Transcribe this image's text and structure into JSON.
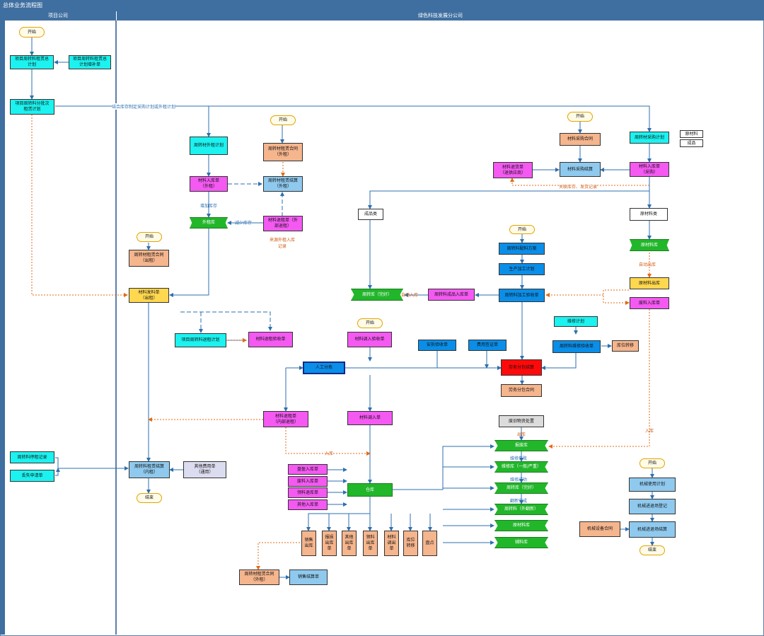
{
  "title": "总体业务流程图",
  "lanes": {
    "left": "项目公司",
    "right": "绿色科技发展分公司"
  },
  "nodes": {
    "start1": "开始",
    "proj_plan": "项目周转料租赁总\n计划",
    "proj_plan_edit": "项目周转料租赁总\n计划增补单",
    "batch_plan": "项目周转料分批次\n租赁计划",
    "outrent_plan": "周转材外租计划",
    "start2": "开始",
    "rent_contract_out": "周转材租赁合同\n（外租）",
    "mat_in_out": "材料入库单\n（外租）",
    "rent_settle_out": "周转材租赁结算\n（外租）",
    "mat_return_out": "材料退租单（外\n部退租）",
    "outrent_store": "外租库",
    "semi": "成品类",
    "start3": "开始",
    "purchase_contract": "材料采购合同",
    "purchase_plan": "周转材采购计划",
    "raw": "原材料",
    "finished": "成品",
    "mat_return_supplier": "材料退货单\n（退供应商）",
    "purchase_settle": "材料采购结算",
    "mat_in_purchase": "材料入库单\n（采购）",
    "rawcat": "原材料类",
    "rawstore": "原材料库",
    "start4": "开始",
    "rent_contract_lend": "周转材租赁合同\n（出租）",
    "mat_issue_lend": "材料发料单\n（出租）",
    "store_good": "周转库（完好）",
    "finished_in": "周转料成品入库单",
    "start5": "开始",
    "mix_plan": "周转料配料方案",
    "prod_plan": "生产加工计划",
    "process_accept": "周转料加工验收单",
    "raw_out": "原材料出库",
    "scrap_in": "废料入库单",
    "proj_return_plan": "项目周转料退租计划",
    "return_accept": "材料退租验收单",
    "start6": "开始",
    "transfer_in_accept": "材料调入验收单",
    "install_accept": "安拆验收单",
    "fee_sign": "费用签证单",
    "repair_plan": "维修计划",
    "repair_accept": "周转料维修验收单",
    "stock_move": "库位转移",
    "manual_sort": "人工分拣",
    "labor_settle": "劳务分包结算",
    "labor_contract": "劳务分包合同",
    "mat_return_internal": "材料退租单\n（内部退租）",
    "transfer_in": "材料调入单",
    "scrap_disposal": "废旧物资处置",
    "scrap_store": "报废库",
    "repair_store": "维修库（一般/严重）",
    "turnover_store": "周转库（完好）",
    "turnover_store_new": "周转料（外翻新）",
    "rawmat_store": "原材料库",
    "aux_store": "辅料库",
    "start7": "开始",
    "machine_plan": "机械使用计划",
    "machine_reg": "机械进退场登记",
    "machine_contract": "机械设备合同",
    "machine_settle": "机械进退场结算",
    "end_machine": "结束",
    "stop_record": "周转料停租记录",
    "loss_apply": "丢失申请单",
    "rent_settle_lend": "周转料租赁结算\n（内租）",
    "other_fee": "其他费用单\n（通用）",
    "end_left": "结束",
    "inv_surplus": "盘盈入库单",
    "scrap_in2": "废料入库单",
    "picking_return": "领料退库单",
    "other_in": "其他入库单",
    "warehouse": "仓库",
    "sales_out": "销售\n出库",
    "scrap_out": "报损\n出库\n单",
    "other_out": "其他\n出库\n单",
    "picking_out": "领料\n出库\n单",
    "mat_transfer_out": "材料\n调出\n单",
    "stock_transfer": "库位\n转移",
    "inventory": "盘点",
    "rent_contract_out2": "周转材租赁合同\n（外租）",
    "sales_settle": "销售结算单"
  },
  "labels": {
    "l_plan": "结合库存制定采购计划或外租计划",
    "l_add": "增加库存",
    "l_reduce": "减少库存",
    "l_source": "来源外租入库\n记录",
    "l_link": "关联库存、发货记录",
    "l_autoin": "自动入库",
    "l_autoout": "自动出库",
    "l_in1": "入库",
    "l_in2": "入库",
    "l_out": "出库",
    "l_repfail": "维修失败",
    "l_repok": "维修成功",
    "l_renew": "翻新完成"
  },
  "colors": {
    "header": "#3f6fa0",
    "line": "#2d6fb0",
    "dotted": "#e46a16",
    "green": "#22b62a"
  }
}
